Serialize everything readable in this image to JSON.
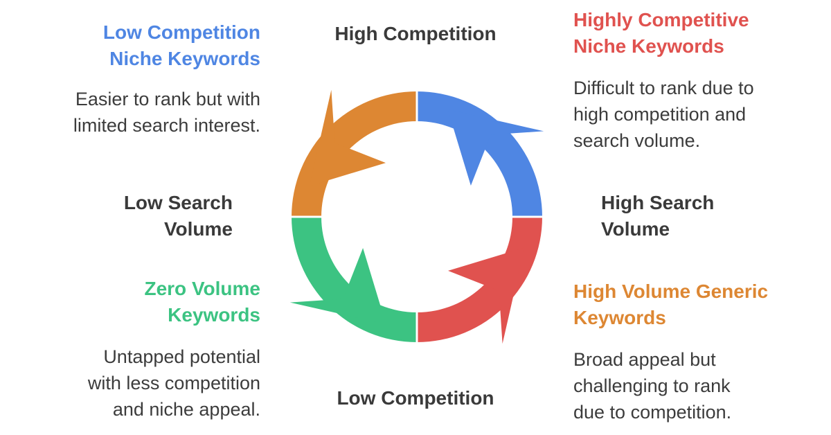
{
  "colors": {
    "blue": "#4F86E3",
    "red": "#E0524F",
    "green": "#3CC382",
    "orange": "#DD8733",
    "text": "#3A3A3A"
  },
  "axes": {
    "top": "High Competition",
    "bottom": "Low Competition",
    "left": [
      "Low Search",
      "Volume"
    ],
    "right": [
      "High Search",
      "Volume"
    ]
  },
  "quadrants": {
    "top_left": {
      "title": [
        "Low Competition",
        "Niche Keywords"
      ],
      "description": [
        "Easier to rank but with",
        "limited search interest."
      ]
    },
    "top_right": {
      "title": [
        "Highly Competitive",
        "Niche Keywords"
      ],
      "description": [
        "Difficult to rank due to",
        "high competition and",
        "search volume."
      ]
    },
    "bottom_left": {
      "title": [
        "Zero Volume",
        "Keywords"
      ],
      "description": [
        "Untapped potential",
        "with less competition",
        "and niche appeal."
      ]
    },
    "bottom_right": {
      "title": [
        "High Volume Generic",
        "Keywords"
      ],
      "description": [
        "Broad appeal but",
        "challenging to rank",
        "due to competition."
      ]
    }
  }
}
